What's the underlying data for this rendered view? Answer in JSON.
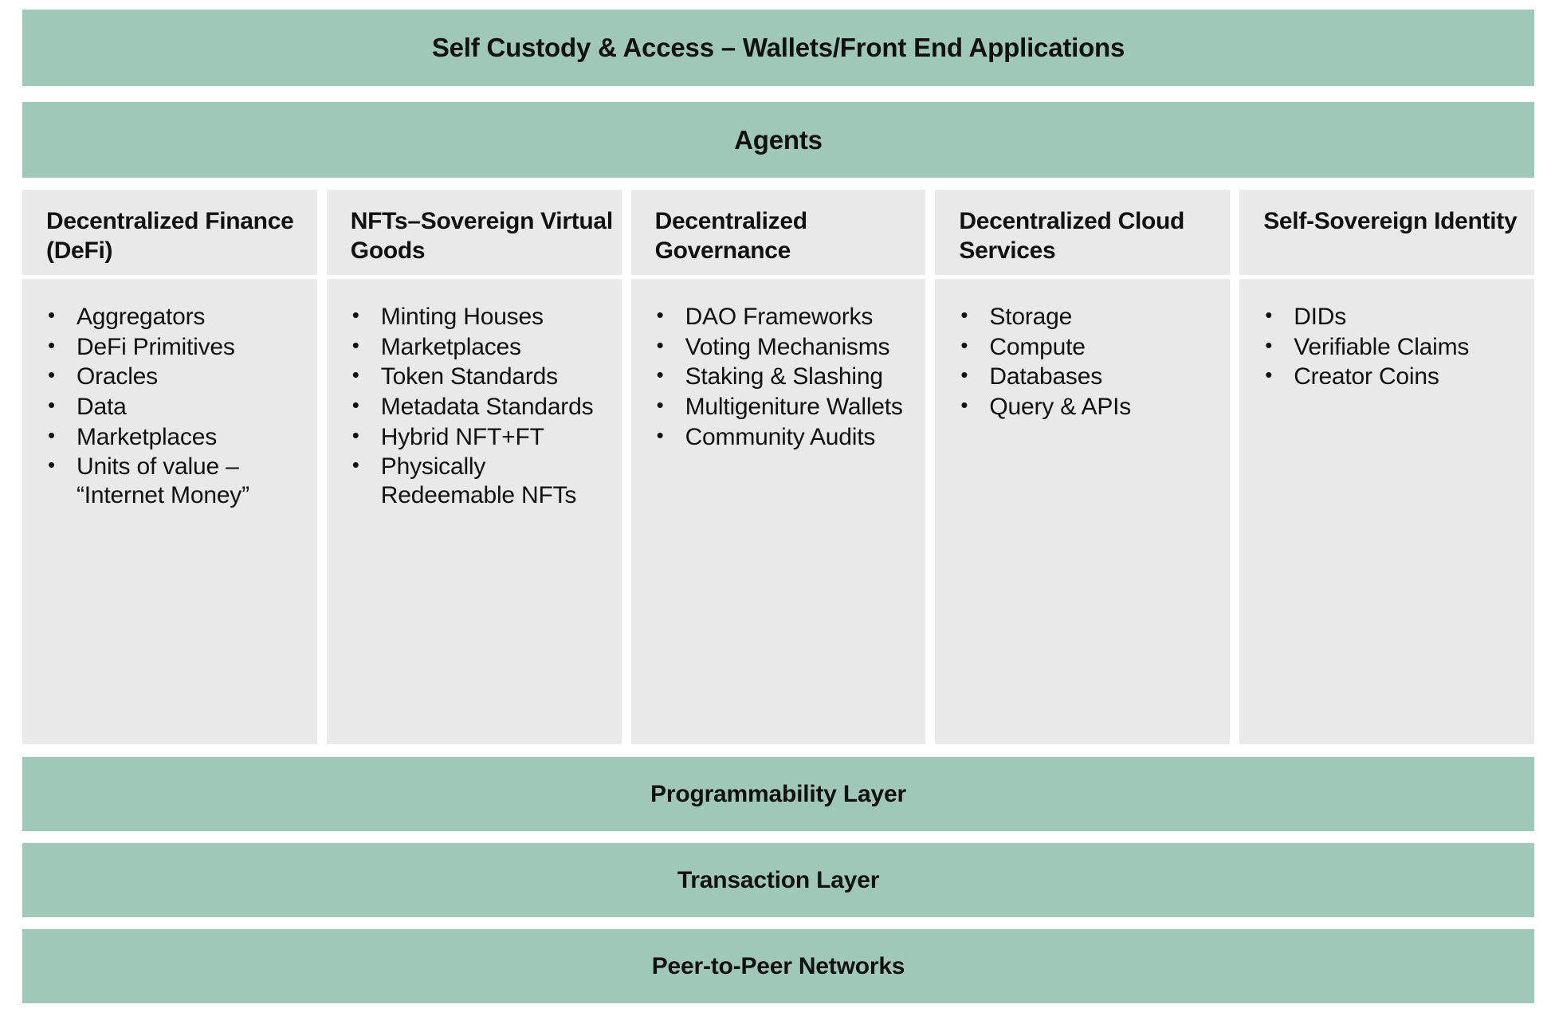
{
  "diagram": {
    "title_bar": {
      "label": "Self Custody & Access – Wallets/Front End Applications"
    },
    "agents_bar": {
      "label": "Agents"
    },
    "pillars": [
      {
        "title": "Decentralized Finance (DeFi)",
        "items": [
          "Aggregators",
          "DeFi Primitives",
          "Oracles",
          "Data",
          "Marketplaces",
          "Units of value – “Internet Money”"
        ]
      },
      {
        "title": "NFTs–Sovereign Virtual Goods",
        "items": [
          "Minting Houses",
          "Marketplaces",
          "Token Standards",
          "Metadata Standards",
          "Hybrid NFT+FT",
          "Physically Redeemable NFTs"
        ]
      },
      {
        "title": "Decentralized Governance",
        "items": [
          "DAO Frameworks",
          "Voting Mechanisms",
          "Staking & Slashing",
          "Multigeniture Wallets",
          "Community Audits"
        ]
      },
      {
        "title": "Decentralized Cloud Services",
        "items": [
          "Storage",
          "Compute",
          "Databases",
          "Query & APIs"
        ]
      },
      {
        "title": "Self-Sovereign Identity",
        "items": [
          "DIDs",
          "Verifiable Claims",
          "Creator Coins"
        ]
      }
    ],
    "base_layers": [
      {
        "label": "Programmability Layer"
      },
      {
        "label": "Transaction Layer"
      },
      {
        "label": "Peer-to-Peer Networks"
      }
    ],
    "colors": {
      "layer_green": "#9FC8B9",
      "pillar_gray": "#E9E9E9",
      "text": "#111111",
      "background": "#FFFFFF"
    }
  }
}
